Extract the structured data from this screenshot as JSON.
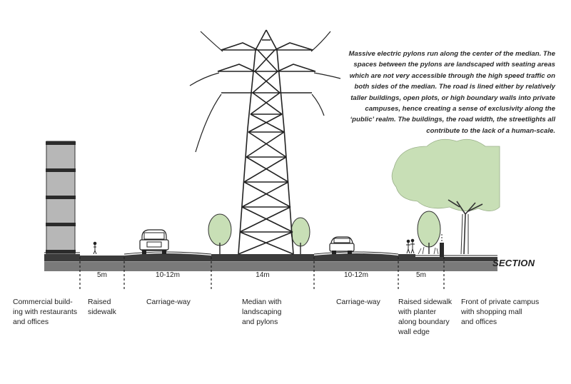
{
  "caption": "Massive electric pylons run along the center of the median. The spaces between the pylons are landscaped with seating areas which are not very accessible through the high speed traffic on both sides of the median. The road is lined either by relatively taller buildings, open plots, or high boundary walls into private campuses, hence creating a sense of exclusivity along the ‘public’ realm. The buildings, the road width, the streetlights all contribute to the lack of a human-scale.",
  "section_title": "SECTION",
  "dimensions": [
    "5m",
    "10-12m",
    "14m",
    "10-12m",
    "5m"
  ],
  "zones": [
    "Commercial build-\ning with restaurants\nand offices",
    "Raised\nsidewalk",
    "Carriage-way",
    "Median with\nlandscaping\nand pylons",
    "Carriage-way",
    "Raised sidewalk\nwith planter\nalong boundary\nwall edge",
    "Front of private campus\nwith shopping  mall\nand offices"
  ]
}
